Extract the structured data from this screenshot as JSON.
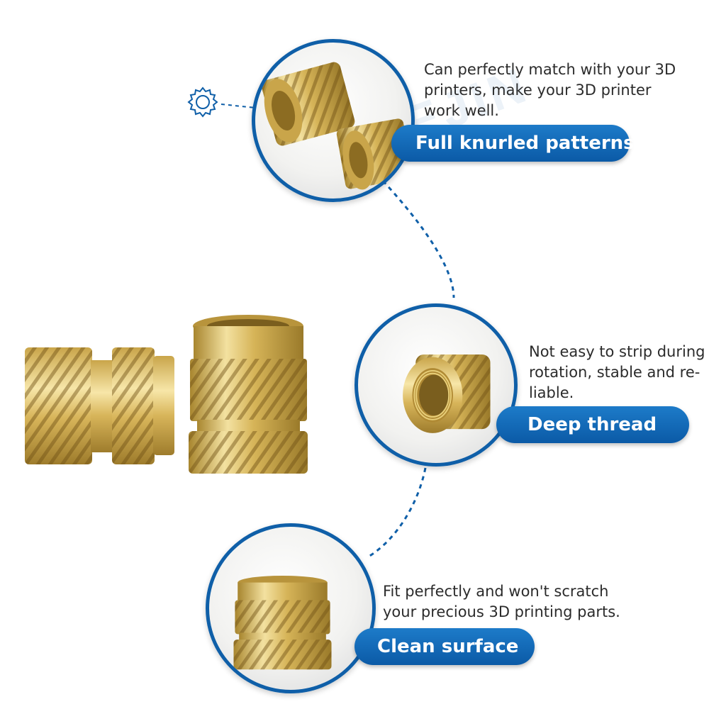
{
  "features": [
    {
      "title": "Full knurled patterns",
      "description_lines": [
        "Can perfectly match with your 3D",
        "printers, make your 3D printer",
        "work well."
      ]
    },
    {
      "title": "Deep thread",
      "description_lines": [
        "Not easy to strip during",
        "rotation, stable and re-",
        "liable."
      ]
    },
    {
      "title": "Clean surface",
      "description_lines": [
        "Fit perfectly and won't scratch",
        "your precious 3D printing parts."
      ]
    }
  ],
  "watermark": "NINDEJIN",
  "icons": {
    "decoration": "gear-icon"
  },
  "colors": {
    "accent": "#0f5fa8",
    "pill_top": "#1d7bc9",
    "pill_bottom": "#0b5aa6",
    "brass": "#d9b85a",
    "text": "#2b2b2b"
  }
}
